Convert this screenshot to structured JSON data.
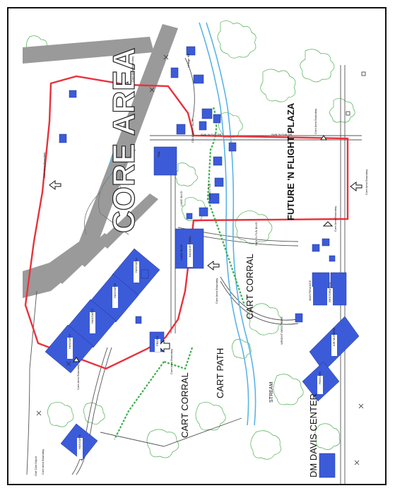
{
  "map": {
    "core_area": "CORE AREA",
    "plaza": "FUTURE 'N FLIGHT PLAZA",
    "cart_corral": "CART CORRAL",
    "cart_path": "CART PATH",
    "stream": "STREAM",
    "boundary_label": "Core Area Boundary",
    "street_sun_n_fun": "SUN 'N FUN DR",
    "street_lake_blvd": "LAKE BLVD",
    "street_faa": "FAA",
    "street_celebrity": "CELEBRITY BLVD",
    "street_sun_n_fun_blvd": "SUN 'N FUN BLVD",
    "street_doolittle": "DOOLITTLE",
    "street_wright": "WRIGHT BROTHERS",
    "vintage_hill": "Vintage Hill",
    "golf_cart_depot": "Golf Cart Depot",
    "hangars": [
      "HANGAR A",
      "HANGAR B",
      "HANGAR C",
      "HANGAR D",
      "HANGAR E"
    ],
    "buildings": [
      "BANQUET HALL",
      "PROPS",
      "MAINTENANCE",
      "RESTORATION",
      "AIR MUSEUM",
      "PAVILION"
    ],
    "center": "DM DAVIS CENTER"
  },
  "colors": {
    "boundary": "#e8323c",
    "building": "#3b5bd9",
    "runway": "#9a9a9a",
    "cart_path": "#3cb04c",
    "stream": "#5ab4e8",
    "vegetation": "#4caf50"
  }
}
